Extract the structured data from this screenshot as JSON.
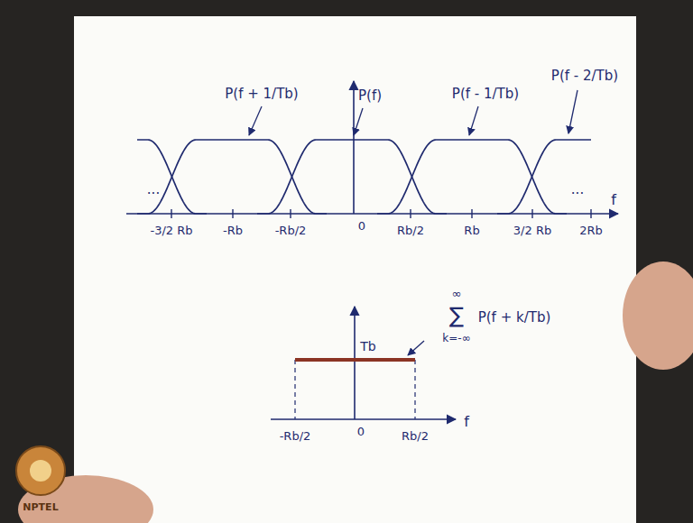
{
  "diagram": {
    "labels": [
      "P(f + 1/Tb)",
      "P(f)",
      "P(f - 1/Tb)",
      "P(f - 2/Tb)",
      "...",
      "...",
      "f",
      "-3/2 Rb",
      "-Rb",
      "-Rb/2",
      "0",
      "Rb/2",
      "Rb",
      "3/2 Rb",
      "2Rb",
      "∞",
      "∑",
      "P(f + k/Tb)",
      "k=-∞",
      "Tb",
      "f",
      "-Rb/2",
      "0",
      "Rb/2",
      "NPTEL"
    ]
  }
}
